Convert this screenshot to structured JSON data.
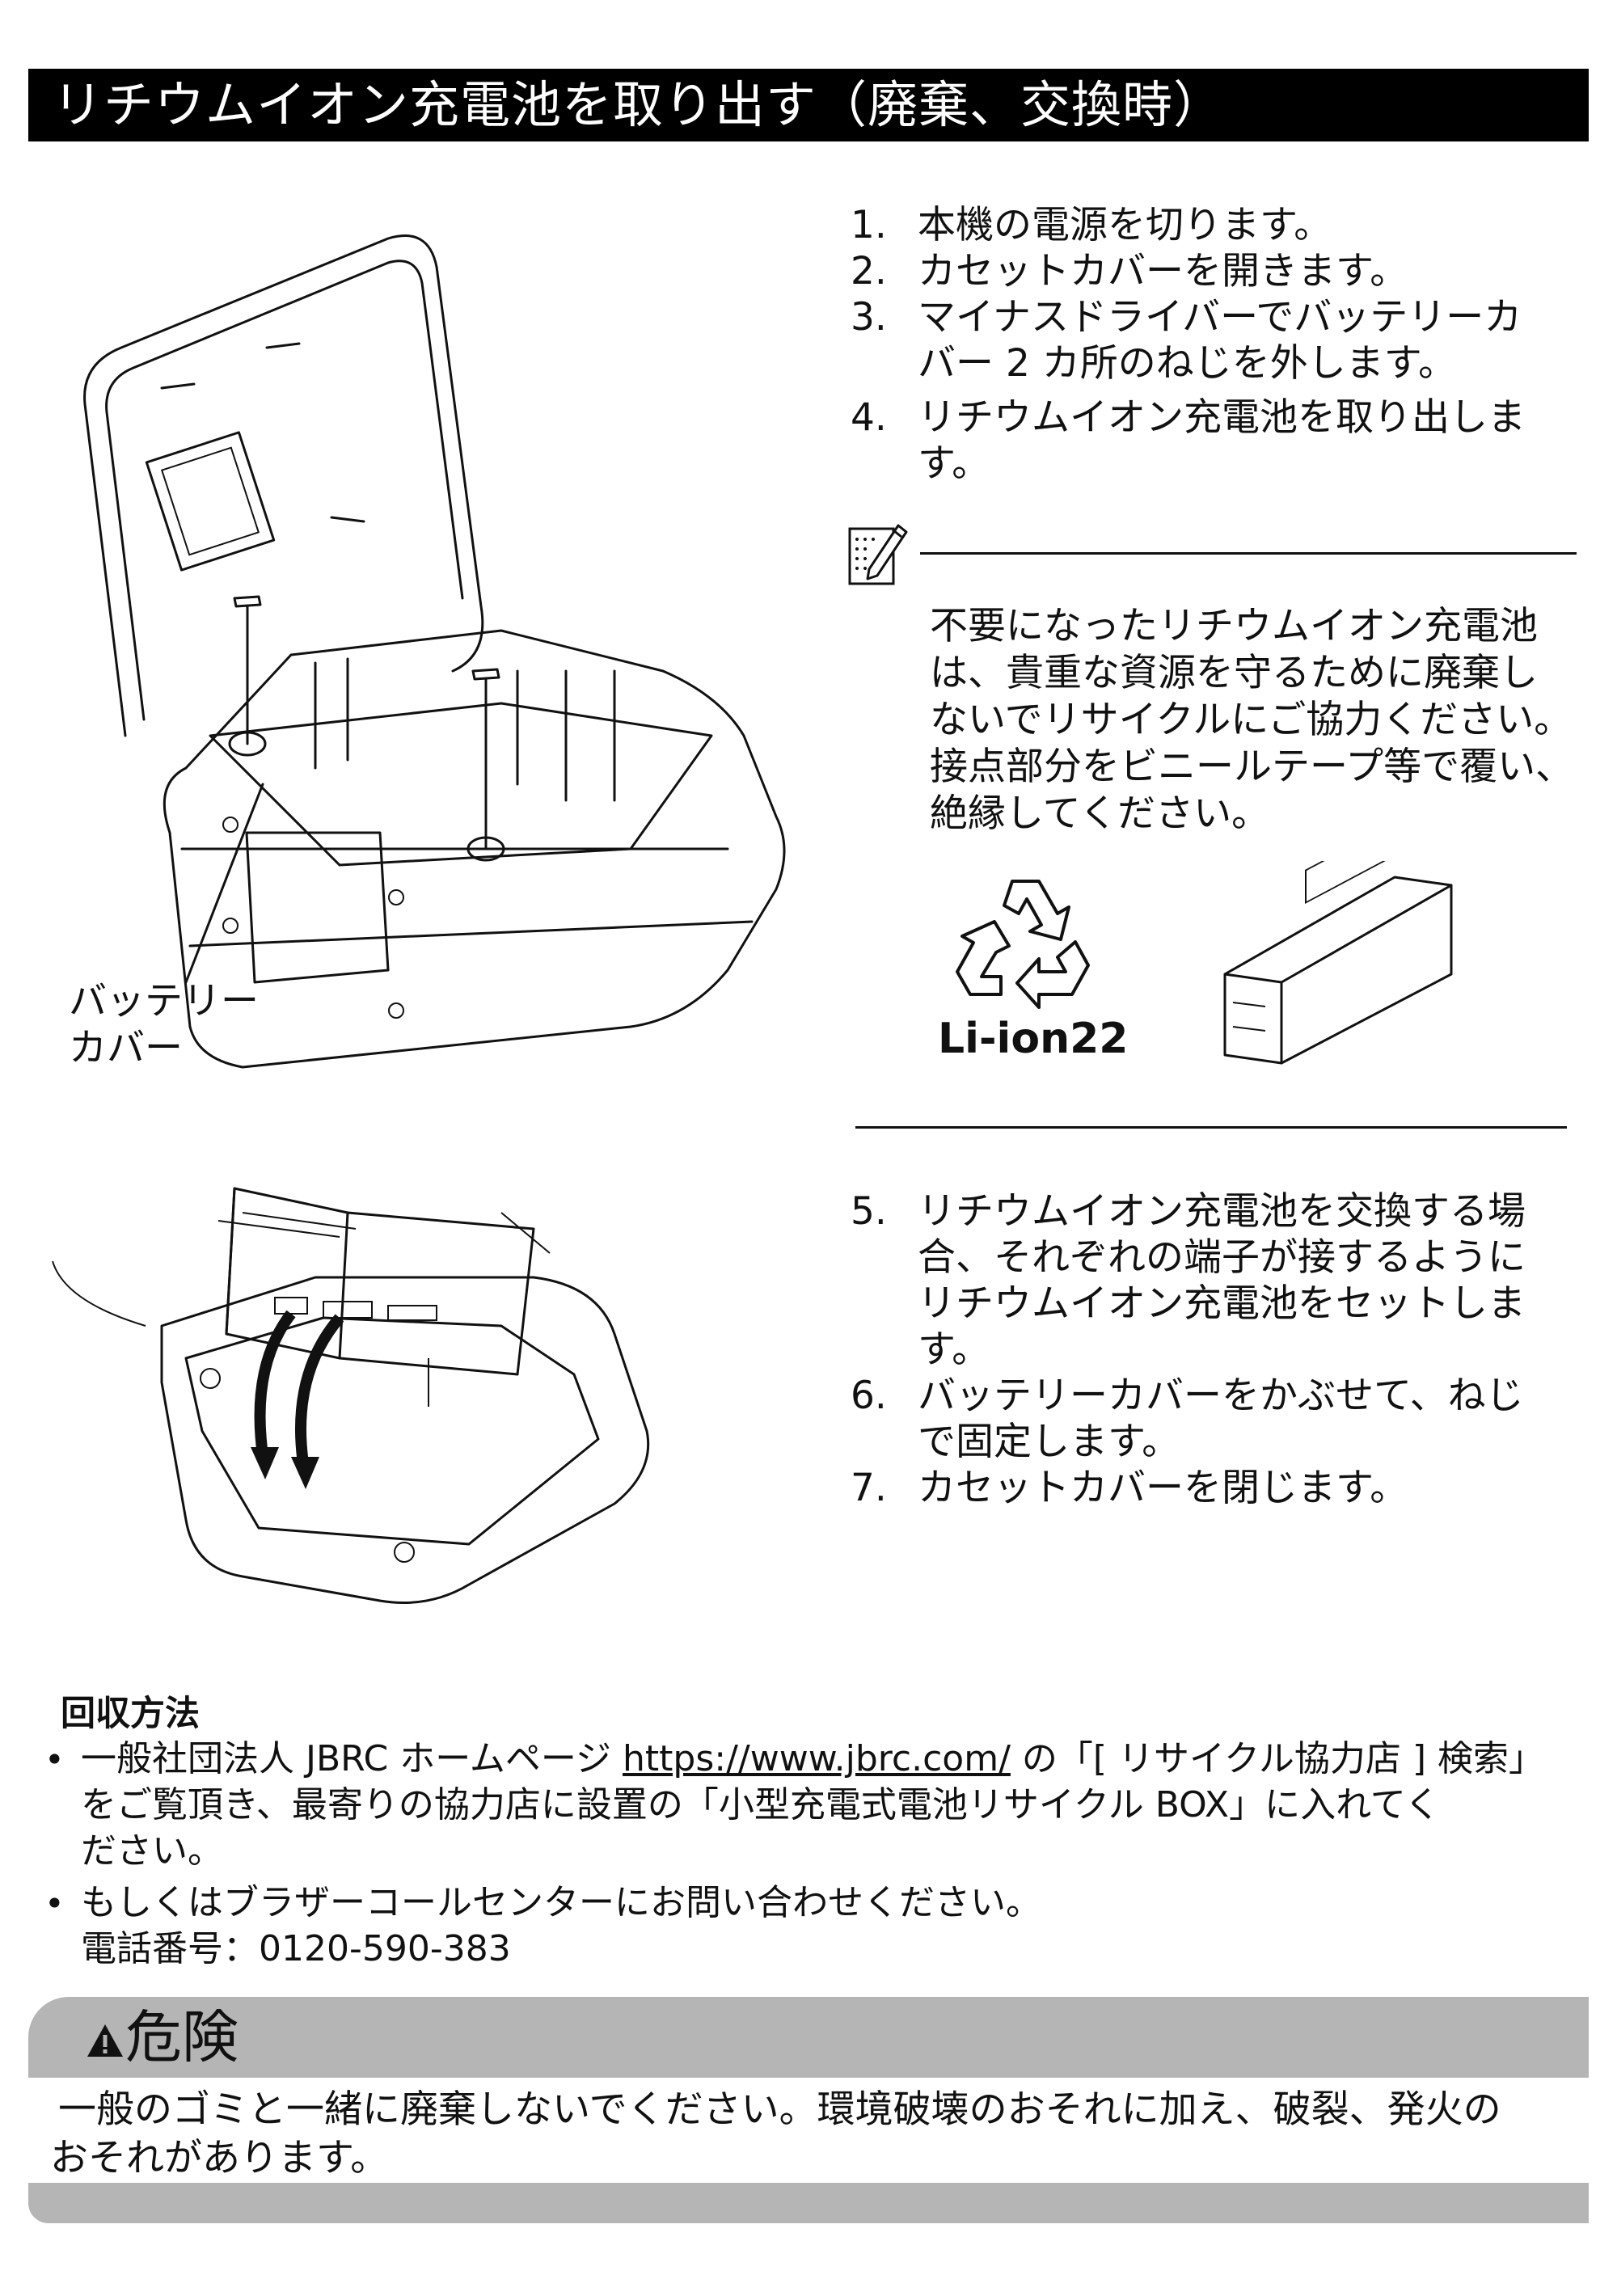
{
  "title": "リチウムイオン充電池を取り出す（廃棄、交換時）",
  "steps_a": [
    {
      "num": "1.",
      "lines": [
        "本機の電源を切ります。"
      ]
    },
    {
      "num": "2.",
      "lines": [
        "カセットカバーを開きます。"
      ]
    },
    {
      "num": "3.",
      "lines": [
        "マイナスドライバーでバッテリーカ",
        "バー 2 カ所のねじを外します。"
      ]
    },
    {
      "num": "4.",
      "lines": [
        "リチウムイオン充電池を取り出しま",
        "す。"
      ]
    }
  ],
  "note": {
    "icon": "note-pencil-icon",
    "lines": [
      "不要になったリチウムイオン充電池",
      "は、貴重な資源を守るために廃棄し",
      "ないでリサイクルにご協力ください。",
      "接点部分をビニールテープ等で覆い、",
      "絶縁してください。"
    ],
    "recycle_icon": "recycle-icon",
    "recycle_label": "Li-ion22"
  },
  "illustration_label": [
    "バッテリー",
    "カバー"
  ],
  "steps_b": [
    {
      "num": "5.",
      "lines": [
        "リチウムイオン充電池を交換する場",
        "合、それぞれの端子が接するように",
        "リチウムイオン充電池をセットしま",
        "す。"
      ]
    },
    {
      "num": "6.",
      "lines": [
        "バッテリーカバーをかぶせて、ねじ",
        "で固定します。"
      ]
    },
    {
      "num": "7.",
      "lines": [
        "カセットカバーを閉じます。"
      ]
    }
  ],
  "recovery": {
    "heading": "回収方法",
    "bullet": "•",
    "item1": {
      "line1_pre": "一般社団法人 JBRC ホームページ ",
      "link": "https://www.jbrc.com/",
      "line1_post": " の「[ リサイクル協力店 ] 検索」",
      "line2": "をご覧頂き、最寄りの協力店に設置の「小型充電式電池リサイクル BOX」に入れてく",
      "line3": "ださい。"
    },
    "item2": {
      "line1": "もしくはブラザーコールセンターにお問い合わせください。",
      "line2": "電話番号：0120-590-383"
    }
  },
  "danger": {
    "icon": "warning-triangle-icon",
    "title": "危険",
    "lines": [
      "一般のゴミと一緒に廃棄しないでください。環境破壊のおそれに加え、破裂、発火の",
      "おそれがあります。"
    ]
  }
}
